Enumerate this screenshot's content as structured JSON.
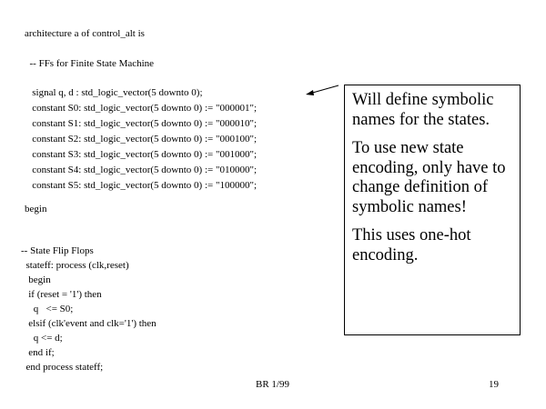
{
  "code_top": [
    "architecture a of control_alt is",
    "  -- FFs for Finite State Machine",
    "   signal q, d : std_logic_vector(5 downto 0);",
    "   constant S0: std_logic_vector(5 downto 0) := \"000001\";",
    "   constant S1: std_logic_vector(5 downto 0) := \"000010\";",
    "   constant S2: std_logic_vector(5 downto 0) := \"000100\";",
    "   constant S3: std_logic_vector(5 downto 0) := \"001000\";",
    "   constant S4: std_logic_vector(5 downto 0) := \"010000\";",
    "   constant S5: std_logic_vector(5 downto 0) := \"100000\";",
    "begin"
  ],
  "code_bottom": [
    "-- State Flip Flops",
    "  stateff: process (clk,reset)",
    "   begin",
    "   if (reset = '1') then",
    "     q   <= S0;",
    "   elsif (clk'event and clk='1') then",
    "     q <= d;",
    "   end if;",
    "  end process stateff;"
  ],
  "callout": [
    "Will define symbolic names for  the states.",
    "To use new state encoding, only have to change definition of symbolic names!",
    "This uses one-hot encoding."
  ],
  "footer": {
    "center": "BR 1/99",
    "page": "19"
  }
}
